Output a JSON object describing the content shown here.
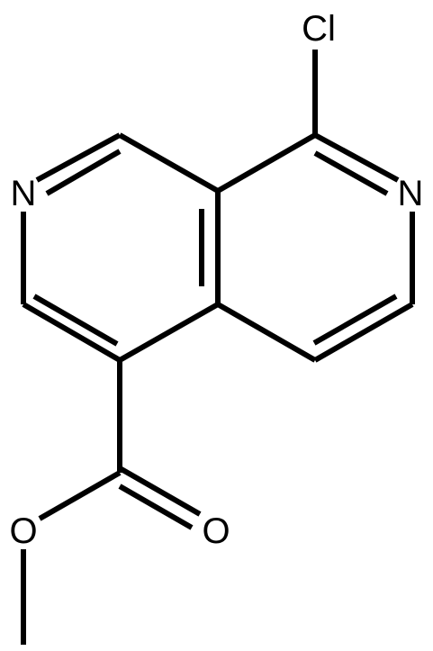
{
  "molecule": {
    "atoms": {
      "chlorine": "Cl",
      "nitrogen_left": "N",
      "nitrogen_right": "N",
      "carbonyl_oxygen": "O",
      "ester_oxygen": "O"
    },
    "line_color": "#000000",
    "background_color": "#ffffff"
  }
}
